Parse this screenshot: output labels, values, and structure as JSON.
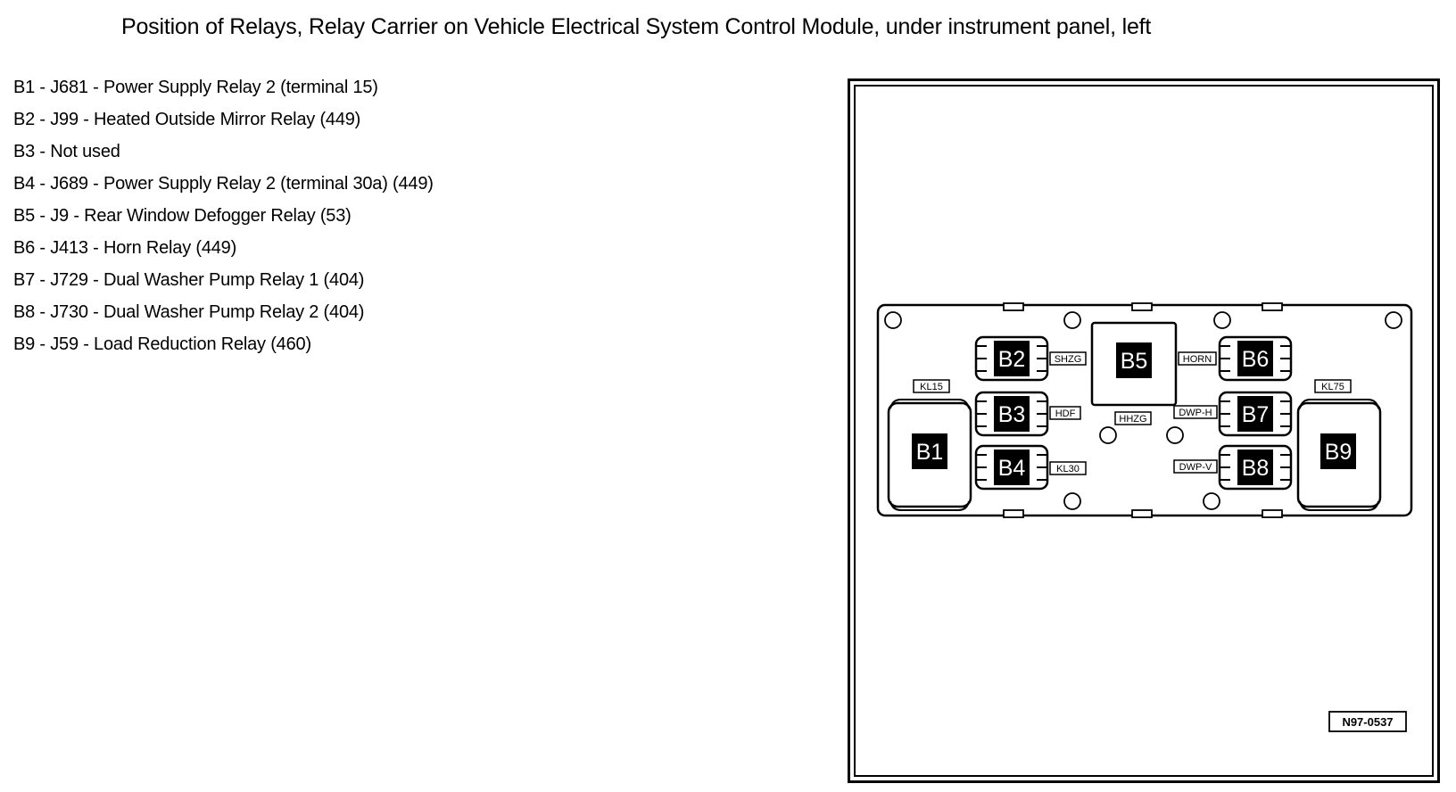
{
  "title": "Position of Relays, Relay Carrier on Vehicle Electrical System Control Module, under instrument panel, left",
  "legend": [
    "B1 - J681 - Power Supply Relay 2 (terminal 15)",
    "B2 - J99 - Heated Outside Mirror Relay (449)",
    "B3 - Not used",
    "B4 - J689 - Power Supply Relay 2 (terminal 30a) (449)",
    "B5 - J9 - Rear Window Defogger Relay (53)",
    "B6 - J413 - Horn Relay (449)",
    "B7 - J729 - Dual Washer Pump Relay 1 (404)",
    "B8 - J730 - Dual Washer Pump Relay 2 (404)",
    "B9 - J59 - Load Reduction Relay (460)"
  ],
  "diagram": {
    "slots": {
      "b1": "B1",
      "b2": "B2",
      "b3": "B3",
      "b4": "B4",
      "b5": "B5",
      "b6": "B6",
      "b7": "B7",
      "b8": "B8",
      "b9": "B9"
    },
    "tags": {
      "kl15": "KL15",
      "kl75": "KL75",
      "shzg": "SHZG",
      "hdf": "HDF",
      "kl30": "KL30",
      "hhzg": "HHZG",
      "horn": "HORN",
      "dwp_h": "DWP-H",
      "dwp_v": "DWP-V"
    },
    "reference": "N97-0537"
  }
}
